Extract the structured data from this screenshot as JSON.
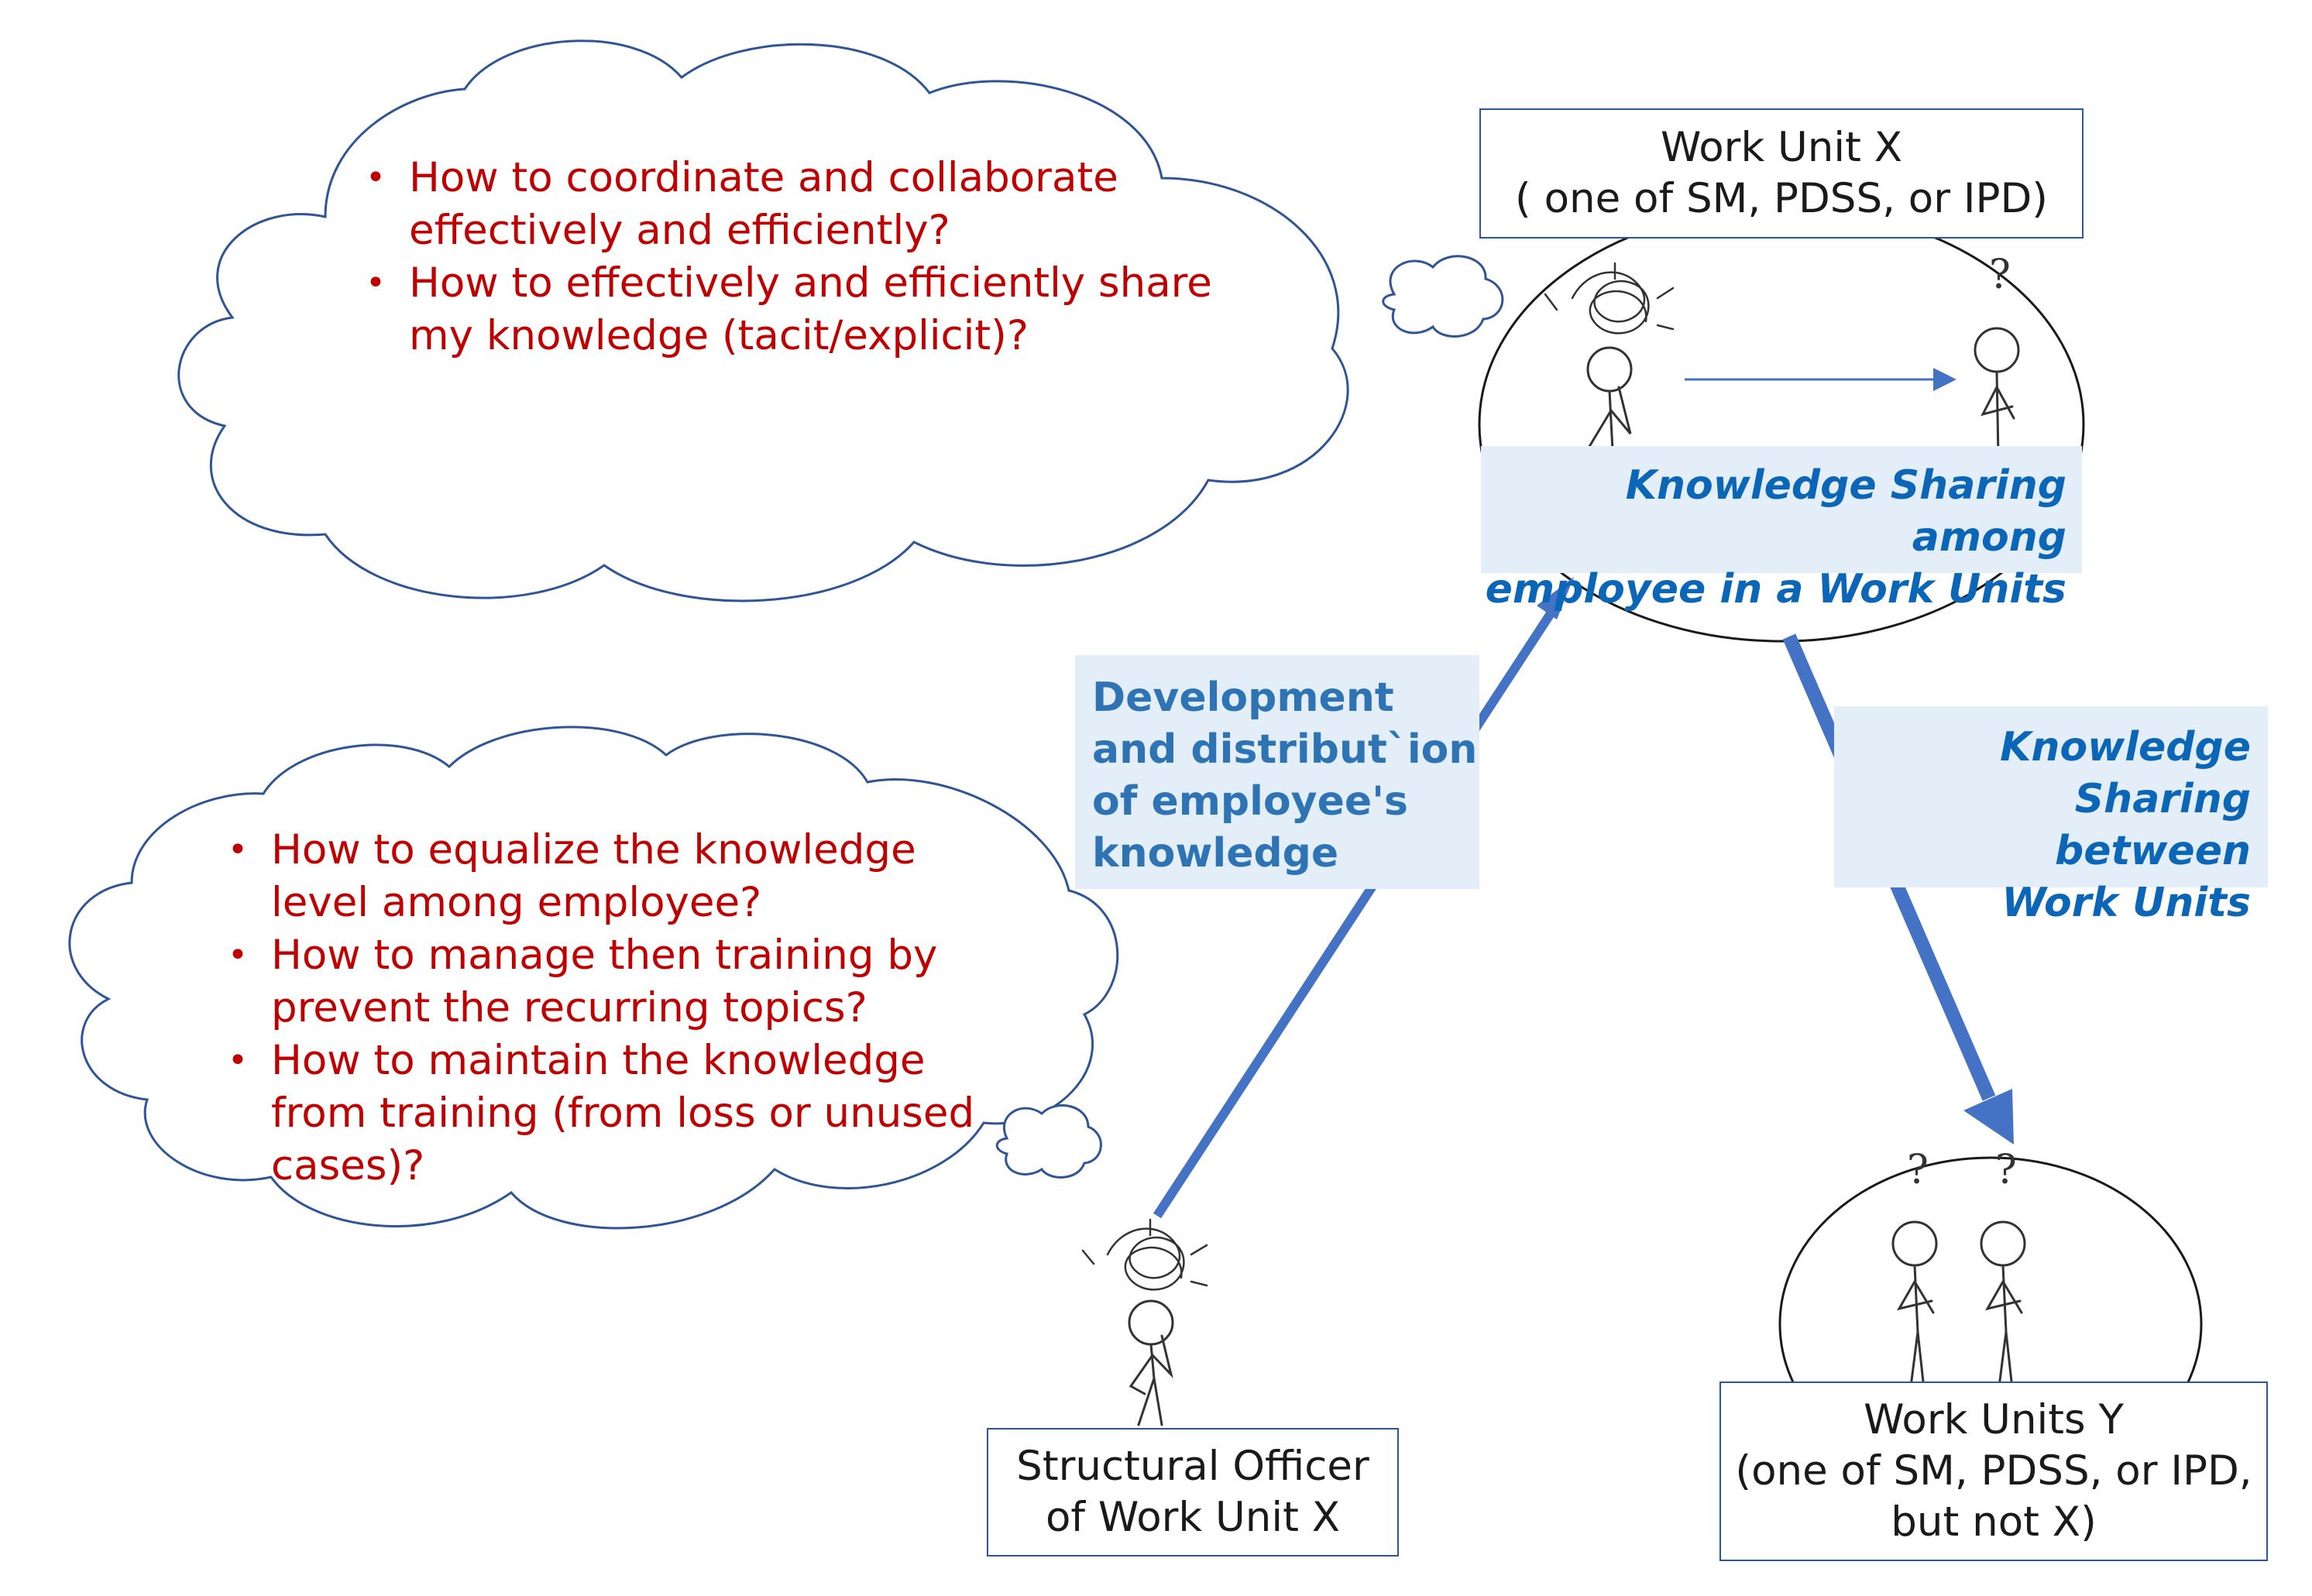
{
  "thought_top": {
    "bullets": [
      "How to coordinate and collaborate effectively and efficiently?",
      "How to effectively and efficiently share my knowledge (tacit/explicit)?"
    ]
  },
  "thought_bottom": {
    "bullets": [
      "How to equalize the knowledge level among employee?",
      "How to manage then training by prevent the recurring topics?",
      "How to maintain the knowledge from training (from loss  or unused cases)?"
    ]
  },
  "work_unit_x": {
    "line1": "Work Unit X",
    "line2": "( one of SM, PDSS, or IPD)"
  },
  "work_units_y": {
    "line1": "Work Units Y",
    "line2": "(one of SM, PDSS, or IPD,",
    "line3": "but not X)"
  },
  "structural_officer": {
    "line1": "Structural Officer",
    "line2": "of Work Unit X"
  },
  "label_within_unit": {
    "line1": "Knowledge Sharing  among",
    "line2": "employee in a Work Units"
  },
  "label_between_units": {
    "line1": "Knowledge Sharing",
    "line2": "between",
    "line3": "Work Units"
  },
  "label_development": {
    "line1": "Development",
    "line2": "and distribut`ion",
    "line3": "of employee's",
    "line4": "knowledge"
  },
  "question_mark": "?",
  "colors": {
    "question_text": "#c00000",
    "label_text": "#2e74b5",
    "label_fill": "#e3eef8",
    "box_border": "#2f5597",
    "arrow": "#4472c4",
    "cloud_stroke": "#2f5597"
  },
  "icons": {
    "thought_cloud": "thought-cloud-icon",
    "confused_person": "confused-stick-figure-icon",
    "wondering_person": "wondering-stick-figure-icon",
    "tangled_thoughts": "tangled-thoughts-icon"
  }
}
